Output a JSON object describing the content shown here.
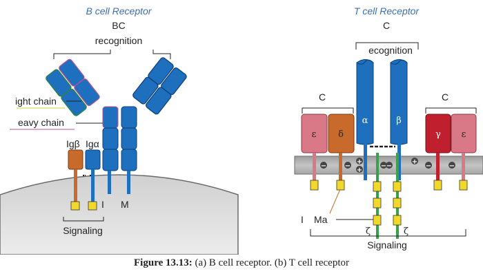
{
  "bcr": {
    "title": "B cell Receptor",
    "bc_label": "BC",
    "recognition_label": "recognition",
    "light_chain_label": "ight chain",
    "heavy_chain_label": "eavy chain",
    "ig_beta_label": "Igβ",
    "ig_alpha_label": "Igα",
    "i_label": "I",
    "m_label": "M",
    "signaling_label": "Signaling"
  },
  "tcr": {
    "title": "T cell Receptor",
    "c_top_label": "C",
    "recognition_label": "ecognition",
    "c_left_label": "C",
    "c_right_label": "C",
    "epsilon_left": "ε",
    "delta": "δ",
    "alpha": "α",
    "beta": "β",
    "gamma": "γ",
    "epsilon_right": "ε",
    "zeta_left": "ζ",
    "zeta_right": "ζ",
    "i_label": "I",
    "ma_label": "Ma",
    "signaling_label": "Signaling",
    "plus": "+",
    "minus": "−"
  },
  "caption": {
    "number": "Figure 13.13:",
    "text": "(a) B cell receptor. (b) T cell receptor"
  },
  "colors": {
    "title_blue": "#3a6fb0",
    "receptor_blue": "#1f6fbf",
    "ig_beta_orange": "#c86a2c",
    "tcr_pink": "#d97886",
    "tcr_red": "#c0202e",
    "signal_yellow": "#f2d82a",
    "zeta_green": "#3aa04a",
    "membrane_gray": "#b5b5b5"
  }
}
